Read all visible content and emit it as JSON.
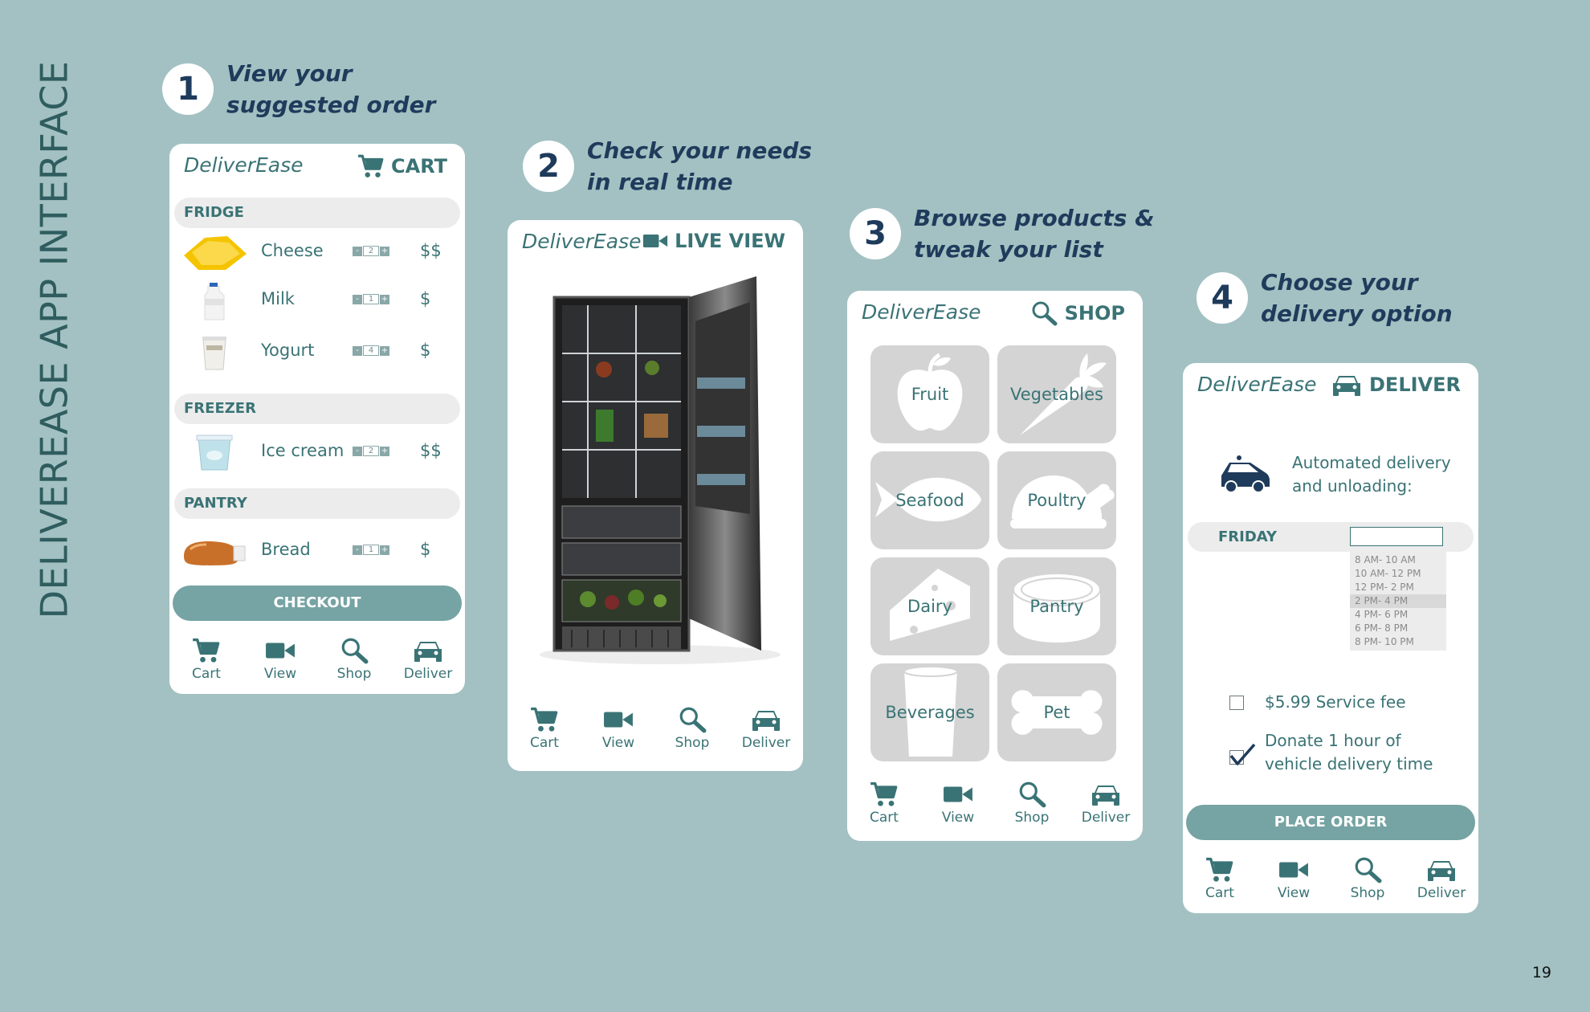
{
  "page_title": "DELIVEREASE APP INTERFACE",
  "page_number": "19",
  "brand": "DeliverEase",
  "steps": [
    {
      "num": "1",
      "line1": "View your",
      "line2": "suggested order"
    },
    {
      "num": "2",
      "line1": "Check your needs",
      "line2": "in real time"
    },
    {
      "num": "3",
      "line1": "Browse products &",
      "line2": "tweak your list"
    },
    {
      "num": "4",
      "line1": "Choose your",
      "line2": "delivery option"
    }
  ],
  "nav": {
    "cart": "Cart",
    "view": "View",
    "shop": "Shop",
    "deliver": "Deliver"
  },
  "cart_screen": {
    "mode": "CART",
    "sections": {
      "fridge": "FRIDGE",
      "freezer": "FREEZER",
      "pantry": "PANTRY"
    },
    "items": [
      {
        "name": "Cheese",
        "qty": "2",
        "price": "$$"
      },
      {
        "name": "Milk",
        "qty": "1",
        "price": "$"
      },
      {
        "name": "Yogurt",
        "qty": "4",
        "price": "$"
      },
      {
        "name": "Ice cream",
        "qty": "2",
        "price": "$$"
      },
      {
        "name": "Bread",
        "qty": "1",
        "price": "$"
      }
    ],
    "checkout": "CHECKOUT"
  },
  "view_screen": {
    "mode": "LIVE VIEW"
  },
  "shop_screen": {
    "mode": "SHOP",
    "categories": [
      "Fruit",
      "Vegetables",
      "Seafood",
      "Poultry",
      "Dairy",
      "Pantry",
      "Beverages",
      "Pet"
    ]
  },
  "deliver_screen": {
    "mode": "DELIVER",
    "automated_line1": "Automated delivery",
    "automated_line2": "and unloading:",
    "day": "FRIDAY",
    "time_input_value": "",
    "slots": [
      "8 AM- 10 AM",
      "10 AM- 12 PM",
      "12 PM- 2 PM",
      "2 PM- 4 PM",
      "4 PM- 6 PM",
      "6 PM- 8 PM",
      "8 PM- 10 PM"
    ],
    "selected_slot": "2 PM- 4 PM",
    "service_fee": "$5.99 Service fee",
    "service_fee_checked": false,
    "donate_line1": "Donate 1 hour of",
    "donate_line2": "vehicle delivery time",
    "donate_checked": true,
    "place_order": "PLACE ORDER"
  },
  "colors": {
    "background": "#a3c1c2",
    "accent": "#3a7375",
    "heading": "#1f3b5c",
    "button": "#76a3a3"
  },
  "icons": [
    "cart-icon",
    "video-camera-icon",
    "magnifier-icon",
    "car-icon"
  ]
}
